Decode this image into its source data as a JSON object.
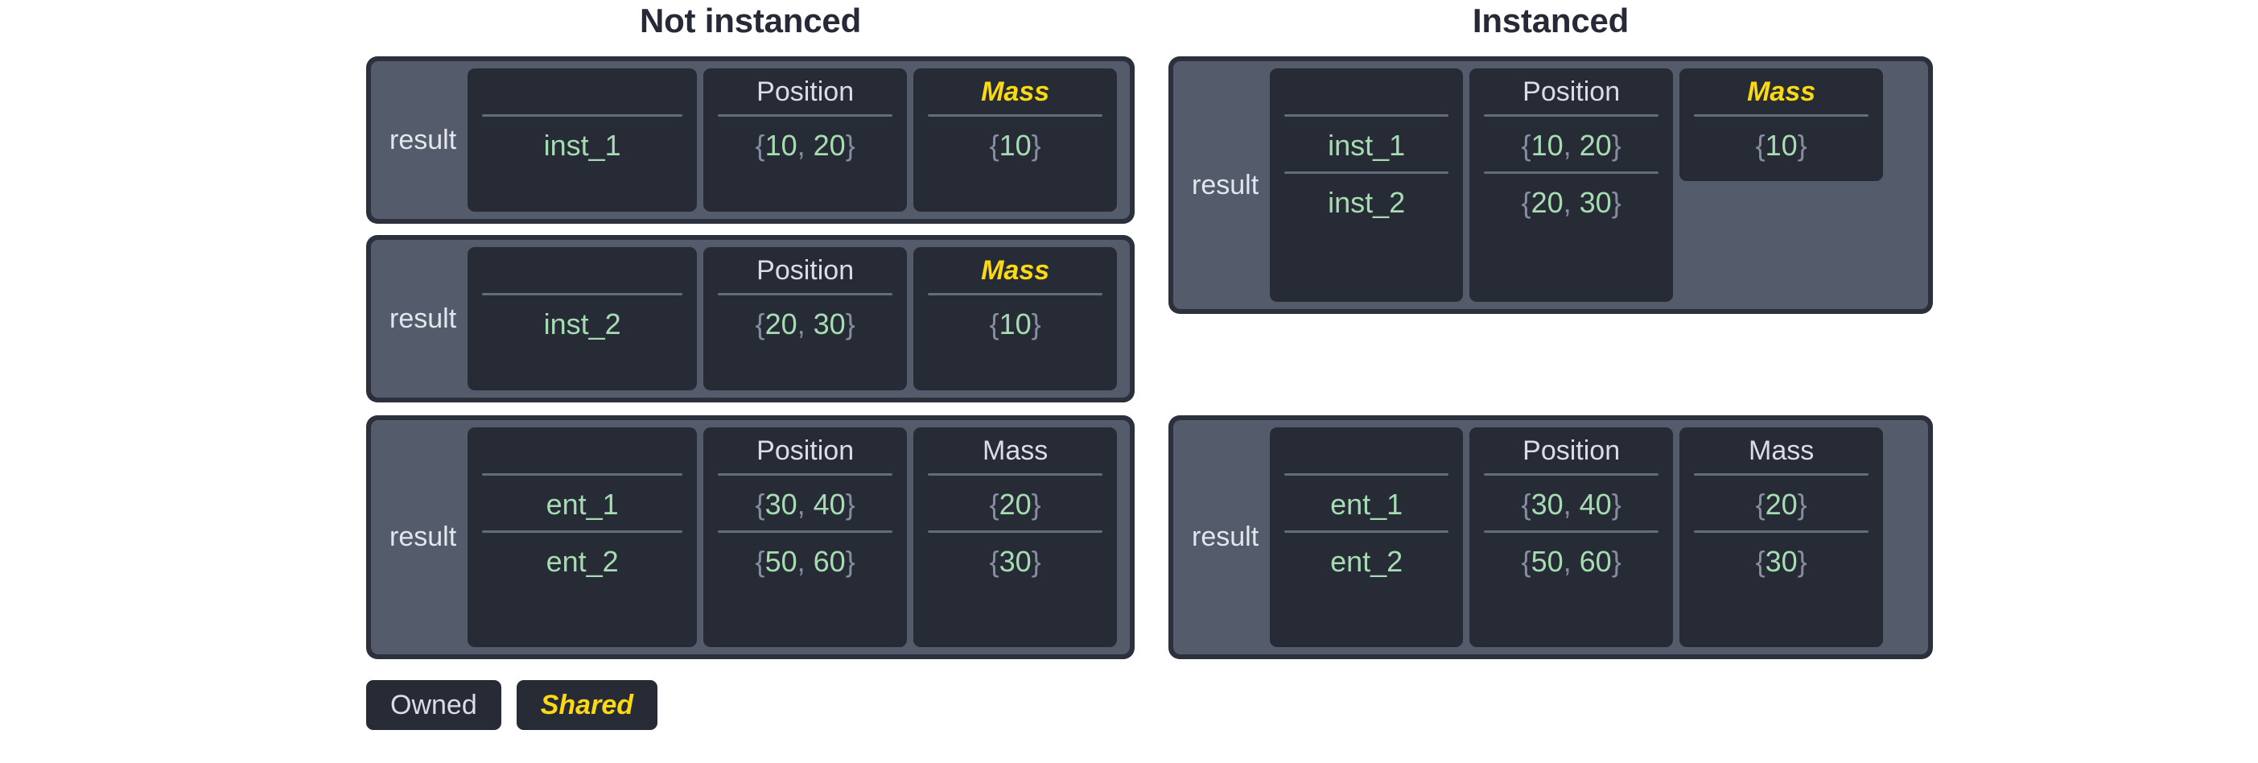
{
  "columns": {
    "left_title": "Not instanced",
    "right_title": "Instanced"
  },
  "labels": {
    "result": "result",
    "position_header": "Position",
    "mass_header": "Mass",
    "blank_header": ""
  },
  "legend": {
    "owned_label": "Owned",
    "shared_label": "Shared"
  },
  "colors": {
    "page_background": "#ffffff",
    "title_text": "#252a36",
    "card_border": "#2b303c",
    "card_inner": "#545b6b",
    "column_card": "#262b36",
    "owned_text": "#d9dde5",
    "shared_text": "#fcd913",
    "value_text": "#a6dcb1",
    "brace_text": "#858d9e",
    "rule": "#646b7a"
  },
  "blocks": {
    "left_1": {
      "result": "result",
      "name_header": "",
      "position_header": "Position",
      "mass_header": "Mass",
      "mass_shared": true,
      "rows": [
        {
          "name": "inst_1",
          "position": "{10, 20}",
          "position_x": "10",
          "position_y": "20",
          "mass": "{10}",
          "mass_value": "10"
        }
      ]
    },
    "left_2": {
      "result": "result",
      "name_header": "",
      "position_header": "Position",
      "mass_header": "Mass",
      "mass_shared": true,
      "rows": [
        {
          "name": "inst_2",
          "position": "{20, 30}",
          "position_x": "20",
          "position_y": "30",
          "mass": "{10}",
          "mass_value": "10"
        }
      ]
    },
    "left_3": {
      "result": "result",
      "name_header": "",
      "position_header": "Position",
      "mass_header": "Mass",
      "mass_shared": false,
      "rows": [
        {
          "name": "ent_1",
          "position": "{30, 40}",
          "position_x": "30",
          "position_y": "40",
          "mass": "{20}",
          "mass_value": "20"
        },
        {
          "name": "ent_2",
          "position": "{50, 60}",
          "position_x": "50",
          "position_y": "60",
          "mass": "{30}",
          "mass_value": "30"
        }
      ]
    },
    "right_1": {
      "result": "result",
      "name_header": "",
      "position_header": "Position",
      "mass_header": "Mass",
      "mass_shared": true,
      "rows": [
        {
          "name": "inst_1",
          "position": "{10, 20}",
          "position_x": "10",
          "position_y": "20",
          "mass": "{10}",
          "mass_value": "10"
        },
        {
          "name": "inst_2",
          "position": "{20, 30}",
          "position_x": "20",
          "position_y": "30",
          "mass": "",
          "mass_value": ""
        }
      ]
    },
    "right_2": {
      "result": "result",
      "name_header": "",
      "position_header": "Position",
      "mass_header": "Mass",
      "mass_shared": false,
      "rows": [
        {
          "name": "ent_1",
          "position": "{30, 40}",
          "position_x": "30",
          "position_y": "40",
          "mass": "{20}",
          "mass_value": "20"
        },
        {
          "name": "ent_2",
          "position": "{50, 60}",
          "position_x": "50",
          "position_y": "60",
          "mass": "{30}",
          "mass_value": "30"
        }
      ]
    }
  }
}
